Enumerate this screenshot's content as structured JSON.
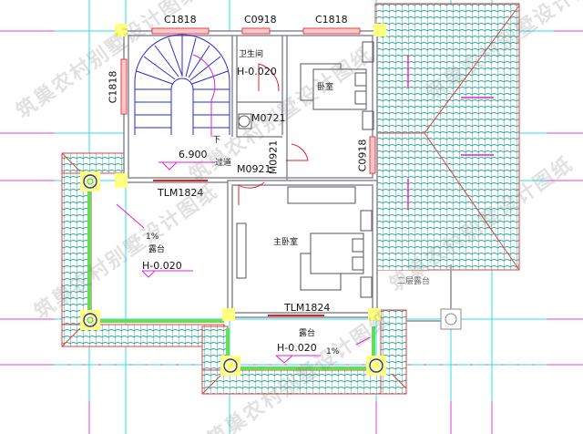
{
  "drawing": {
    "type": "second-floor plan",
    "colors": {
      "wall": "#8a8a96",
      "window": "#e8404a",
      "stair": "#2a2ad8",
      "axis_cyan": "#28e0e8",
      "axis_magenta": "#e040e0",
      "roof_tile": "#2aa89a",
      "roof_edge": "#e04040",
      "column_highlight": "#ffff80",
      "parapet_green": "#66dd55",
      "level_marker": "#e020e0"
    }
  },
  "windows": {
    "top_left": "C1818",
    "top_mid": "C0918",
    "top_right": "C1818",
    "left": "C1818",
    "right": "C0918"
  },
  "doors": {
    "bath": "M0721",
    "bedroom": "M0921",
    "master_vertical": "M0921",
    "terrace_sliding_left": "TLM1824",
    "terrace_sliding_bottom": "TLM1824"
  },
  "rooms": {
    "bathroom": {
      "name": "卫生间",
      "level": "H-0.020"
    },
    "bedroom": {
      "name": "卧室"
    },
    "hallway": {
      "name": "过道",
      "level": "6.900",
      "stair_note": "下"
    },
    "master_bedroom": {
      "name": "主卧室"
    },
    "terrace_left": {
      "name": "露台",
      "level": "H-0.020",
      "slope": "1%"
    },
    "terrace_bottom": {
      "name": "露台",
      "level": "H-0.020",
      "slope": "1%"
    },
    "second_floor_terrace": {
      "name": "二层露台"
    }
  },
  "watermark": "筑巢农村别墅设计图纸"
}
